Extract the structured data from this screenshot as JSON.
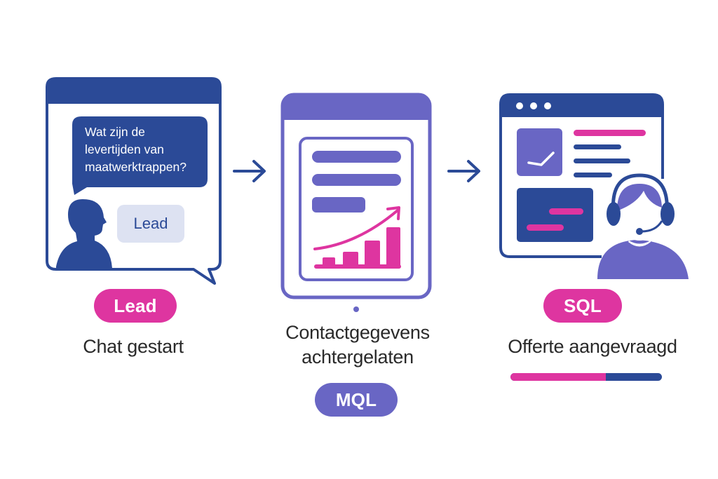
{
  "colors": {
    "navy": "#2b4a97",
    "purple": "#6966c4",
    "magenta": "#de35a0",
    "light_lavender": "#dde2f2",
    "text_dark": "#2a2a2a",
    "white": "#ffffff"
  },
  "stages": [
    {
      "id": "lead",
      "icon": "chat-window-icon",
      "chat_question": [
        "Wat zijn de",
        "levertijden van",
        "maatwerktrappen?"
      ],
      "chat_reply": "Lead",
      "badge": "Lead",
      "caption": [
        "Chat gestart"
      ]
    },
    {
      "id": "mql",
      "icon": "tablet-form-growth-icon",
      "caption": [
        "Contactgegevens",
        "achtergelaten"
      ],
      "badge": "MQL"
    },
    {
      "id": "sql",
      "icon": "support-agent-dashboard-icon",
      "badge": "SQL",
      "caption": [
        "Offerte aangevraagd"
      ],
      "progress": 0.63
    }
  ],
  "connectors": [
    "arrow-right-icon",
    "arrow-right-icon"
  ]
}
